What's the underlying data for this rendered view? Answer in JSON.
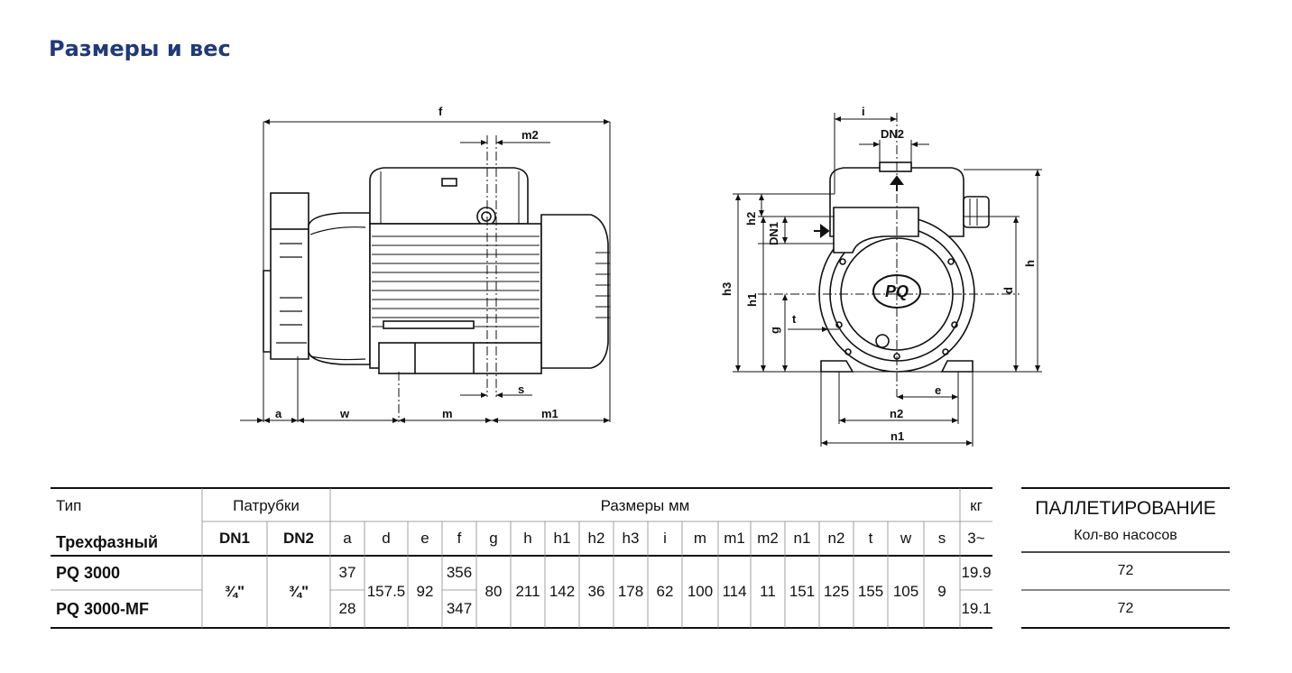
{
  "heading": "Размеры и вес",
  "drawing": {
    "side_labels": {
      "f": "f",
      "m2": "m2",
      "s": "s",
      "a": "a",
      "w": "w",
      "m": "m",
      "m1": "m1"
    },
    "front_labels": {
      "i": "i",
      "dn2": "DN2",
      "dn1": "DN1",
      "h2": "h2",
      "h3": "h3",
      "h1": "h1",
      "g": "g",
      "t": "t",
      "d": "d",
      "h": "h",
      "e": "e",
      "n2": "n2",
      "n1": "n1",
      "logo": "PQ"
    }
  },
  "table": {
    "col_type": "Тип",
    "col_ports": "Патрубки",
    "col_dims": "Размеры мм",
    "col_weight": "кг",
    "sub_type": "Трехфазный",
    "sub_dn1": "DN1",
    "sub_dn2": "DN2",
    "dim_headers": [
      "a",
      "d",
      "e",
      "f",
      "g",
      "h",
      "h1",
      "h2",
      "h3",
      "i",
      "m",
      "m1",
      "m2",
      "n1",
      "n2",
      "t",
      "w",
      "s"
    ],
    "sub_weight": "3~",
    "model1": "PQ 3000",
    "model2": "PQ 3000-MF",
    "dn1": "¾\"",
    "dn2": "¾\"",
    "a1": "37",
    "a2": "28",
    "f1": "356",
    "f2": "347",
    "shared": {
      "d": "157.5",
      "e": "92",
      "g": "80",
      "h": "211",
      "h1": "142",
      "h2": "36",
      "h3": "178",
      "i": "62",
      "m": "100",
      "m1": "114",
      "m2": "11",
      "n1": "151",
      "n2": "125",
      "t": "155",
      "w": "105",
      "s": "9"
    },
    "w1": "19.9",
    "w2": "19.1"
  },
  "pallet": {
    "title": "ПАЛЛЕТИРОВАНИЕ",
    "subtitle": "Кол-во насосов",
    "q1": "72",
    "q2": "72"
  }
}
